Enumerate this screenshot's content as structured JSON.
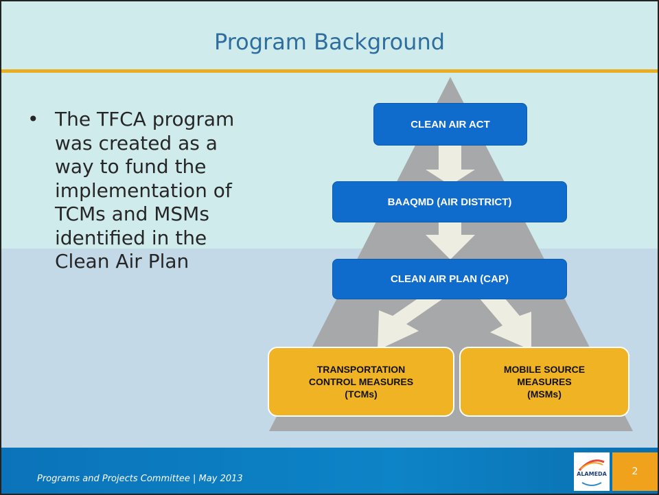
{
  "slide": {
    "title": "Program Background",
    "bullet": "The TFCA program was created as a way to fund the implementation of  TCMs and MSMs identified in the Clean Air Plan"
  },
  "diagram": {
    "boxes": {
      "clean_air_act": "CLEAN AIR ACT",
      "baaqmd": "BAAQMD (AIR DISTRICT)",
      "clean_air_plan": "CLEAN AIR PLAN (CAP)",
      "tcm_line1": "TRANSPORTATION",
      "tcm_line2": "CONTROL MEASURES",
      "tcm_line3": "(TCMs)",
      "msm_line1": "MOBILE SOURCE",
      "msm_line2": "MEASURES",
      "msm_line3": "(MSMs)"
    },
    "colors": {
      "pyramid": "#a6a8a9",
      "arrow": "#eeede2",
      "blue_box": "#0f6bcc",
      "gold_box": "#f0b323"
    }
  },
  "footer": {
    "text": "Programs and Projects Committee  |  May 2013",
    "logo_text": "ALAMEDA",
    "page_number": "2"
  }
}
